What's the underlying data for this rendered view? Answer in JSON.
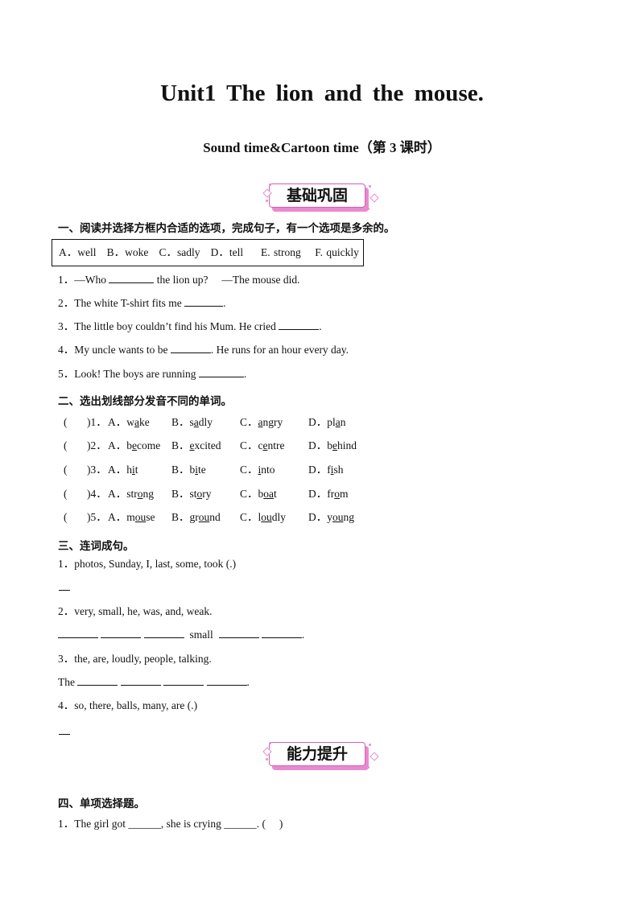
{
  "title": "Unit1  The  lion  and  the  mouse.",
  "subtitle": "Sound  time&Cartoon  time（第 3 课时）",
  "banner1": "基础巩固",
  "banner2": "能力提升",
  "section1": {
    "heading": "一、阅读并选择方框内合适的选项，完成句子，有一个选项是多余的。",
    "options": "A．well   B．woke   C．sadly   D．tell     E. strong    F. quickly",
    "q1_a": "1．—Who ",
    "q1_b": " the lion up?     —The mouse did.",
    "q2_a": "2．The white T-shirt fits me ",
    "q2_b": ".",
    "q3_a": "3．The little boy couldn’t find his Mum. He cried ",
    "q3_b": ".",
    "q4_a": "4．My uncle wants to be ",
    "q4_b": ". He runs for an hour every day.",
    "q5_a": "5．Look! The boys are running ",
    "q5_b": "."
  },
  "section2": {
    "heading": "二、选出划线部分发音不同的单词。",
    "rows": [
      {
        "num": ")1．",
        "a": [
          "A．w",
          "a",
          "ke"
        ],
        "b": [
          "B．s",
          "a",
          "dly"
        ],
        "c": [
          "C．",
          "a",
          "ngry"
        ],
        "d": [
          "D．pl",
          "a",
          "n"
        ]
      },
      {
        "num": ")2．",
        "a": [
          "A．b",
          "e",
          "come"
        ],
        "b": [
          "B．",
          "e",
          "xcited"
        ],
        "c": [
          "C．c",
          "e",
          "ntre"
        ],
        "d": [
          "D．b",
          "e",
          "hind"
        ]
      },
      {
        "num": ")3．",
        "a": [
          "A．h",
          "i",
          "t"
        ],
        "b": [
          "B．b",
          "i",
          "te"
        ],
        "c": [
          "C．",
          "i",
          "nto"
        ],
        "d": [
          "D．f",
          "i",
          "sh"
        ]
      },
      {
        "num": ")4．",
        "a": [
          "A．str",
          "o",
          "ng"
        ],
        "b": [
          "B．st",
          "o",
          "ry"
        ],
        "c": [
          "C．b",
          "oa",
          "t"
        ],
        "d": [
          "D．fr",
          "o",
          "m"
        ]
      },
      {
        "num": ")5．",
        "a": [
          "A．m",
          "ou",
          "se"
        ],
        "b": [
          "B．gr",
          "ou",
          "nd"
        ],
        "c": [
          "C．l",
          "ou",
          "dly"
        ],
        "d": [
          "D．y",
          "ou",
          "ng"
        ]
      }
    ]
  },
  "section3": {
    "heading": "三、连词成句。",
    "q1": "1．photos, Sunday, I, last, some, took (.)",
    "q2": "2．very, small, he, was, and, weak.",
    "q2_word": "small",
    "q3": "3．the, are, loudly, people, talking.",
    "q3_word": "The",
    "q4": "4．so, there, balls, many, are (.)"
  },
  "section4": {
    "heading": "四、单项选择题。",
    "q1_a": "1．The girl got ______, she is crying ______. (     )"
  }
}
